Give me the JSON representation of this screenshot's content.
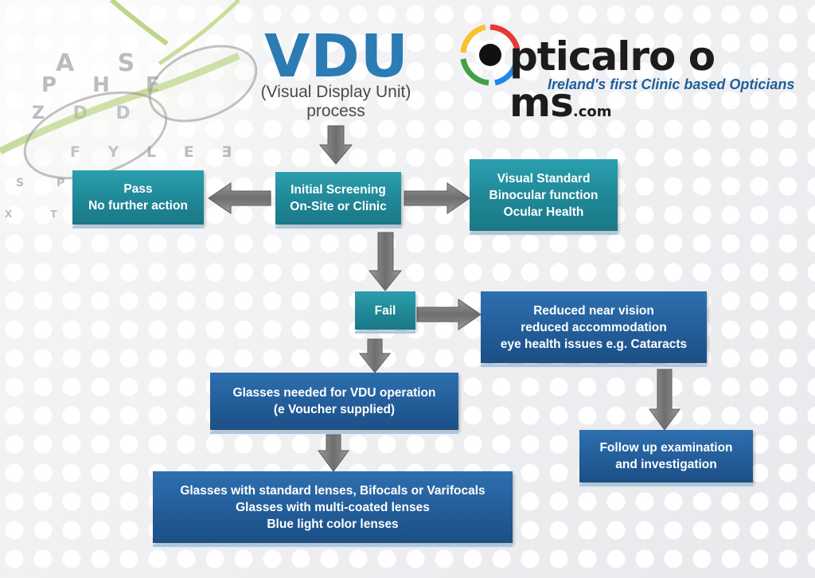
{
  "eye_chart": {
    "rows": [
      "A  S",
      "P H E",
      "Z D D",
      "F Y L E  Ǝ",
      "S P",
      "X T I"
    ]
  },
  "header": {
    "title": "VDU",
    "subtitle_line1": "(Visual Display Unit)",
    "subtitle_line2": "process"
  },
  "logo": {
    "brand": "pticalro o ms",
    "dotcom": ".com",
    "tagline": "Ireland's first Clinic based Opticians",
    "colors": [
      "#e53935",
      "#fbc02d",
      "#43a047",
      "#1e88e5"
    ]
  },
  "flow": {
    "screening": {
      "line1": "Initial Screening",
      "line2": "On-Site or Clinic"
    },
    "pass": {
      "line1": "Pass",
      "line2": "No further action"
    },
    "standards": {
      "line1": "Visual Standard",
      "line2": "Binocular function",
      "line3": "Ocular Health"
    },
    "fail": {
      "line1": "Fail"
    },
    "reduced": {
      "line1": "Reduced near vision",
      "line2": "reduced accommodation",
      "line3": "eye health issues e.g. Cataracts"
    },
    "glasses_needed": {
      "line1": "Glasses needed for VDU operation",
      "line2": "(e Voucher supplied)"
    },
    "followup": {
      "line1": "Follow up examination",
      "line2": "and investigation"
    },
    "lenses": {
      "line1": "Glasses with standard lenses, Bifocals or Varifocals",
      "line2": "Glasses with multi-coated lenses",
      "line3": "Blue light color lenses"
    }
  },
  "colors": {
    "teal_box": "#1f8796",
    "blue_box": "#235d99",
    "title": "#2b7bb4",
    "arrow": "#7a7a7a"
  }
}
